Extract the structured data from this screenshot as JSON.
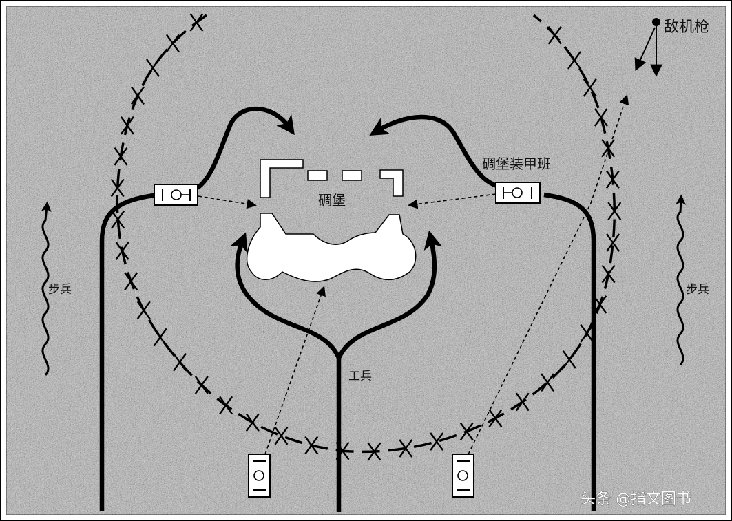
{
  "labels": {
    "enemy_machine_gun": "敌机枪",
    "bunker": "碉堡",
    "bunker_armor_squad": "碉堡装甲班",
    "infantry_left": "步兵",
    "infantry_right": "步兵",
    "engineers": "工兵"
  },
  "watermark": "头条 @指文图书",
  "colors": {
    "terrain": "#a9a9a9",
    "line": "#000000",
    "structure": "#ffffff"
  }
}
